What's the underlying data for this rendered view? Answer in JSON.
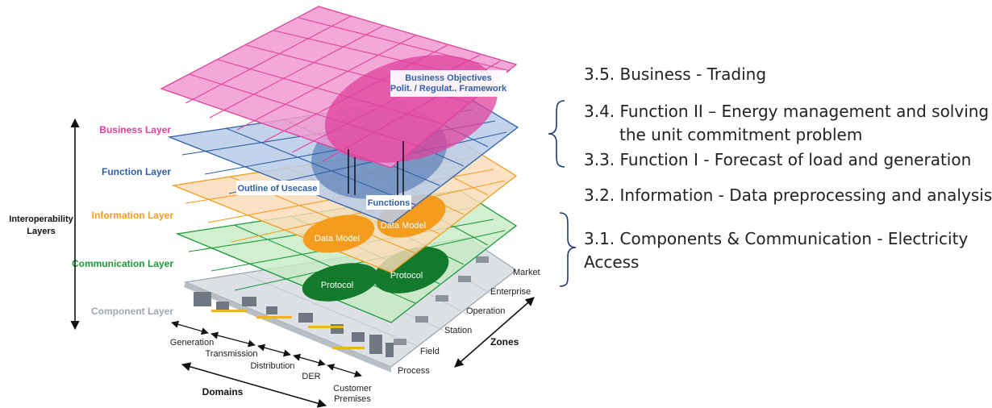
{
  "layers": {
    "business": "Business Layer",
    "function": "Function Layer",
    "information": "Information Layer",
    "communication": "Communication Layer",
    "component": "Component Layer"
  },
  "axis": {
    "interoperability": [
      "Interoperability",
      "Layers"
    ],
    "zones_title": "Zones",
    "domains_title": "Domains"
  },
  "domains": [
    "Generation",
    "Transmission",
    "Distribution",
    "DER",
    "Customer",
    "Premises"
  ],
  "zones": [
    "Market",
    "Enterprise",
    "Operation",
    "Station",
    "Field",
    "Process"
  ],
  "callouts": {
    "business_objectives": [
      "Business Objectives",
      "Polit. / Regulat.. Framework"
    ],
    "outline_usecase": "Outline of Usecase",
    "functions": "Functions",
    "data_model_left": "Data Model",
    "data_model_right": "Data Model",
    "protocol_left": "Protocol",
    "protocol_right": "Protocol"
  },
  "side_text": {
    "s35": "3.5. Business - Trading",
    "s34a": "3.4. Function II – Energy management and solving",
    "s34b": "the unit commitment problem",
    "s33": "3.3. Function I - Forecast of load and generation",
    "s32": "3.2. Information - Data preprocessing and analysis",
    "s31a": "3.1. Components & Communication - Electricity",
    "s31b": "Access"
  },
  "colors": {
    "business": "#e0419c",
    "function": "#2e5fa8",
    "information": "#f39c1e",
    "communication": "#1a9a3a",
    "component": "#a0a7b0",
    "zones_dark": "#111111"
  }
}
